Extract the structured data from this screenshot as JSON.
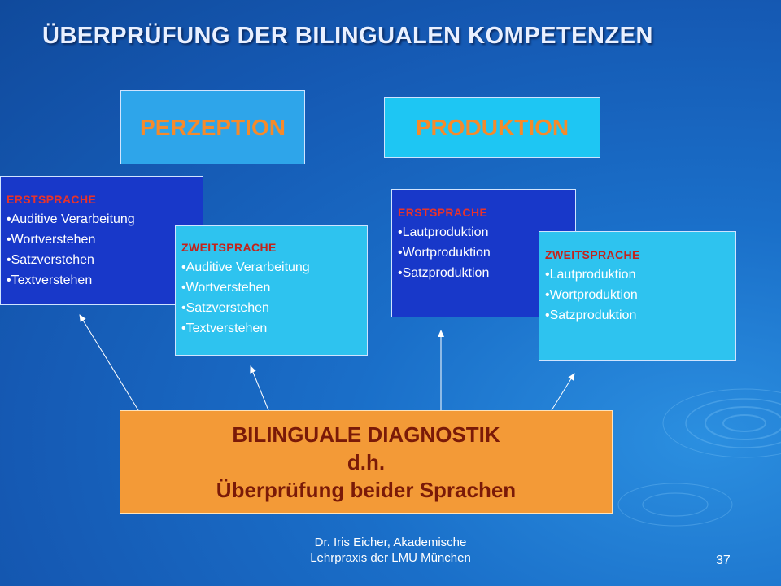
{
  "slide": {
    "title": "ÜBERPRÜFUNG DER BILINGUALEN KOMPETENZEN",
    "perzeption": {
      "heading": "PERZEPTION",
      "erstsprache": {
        "label": "ERSTSPRACHE",
        "items": [
          "•Auditive Verarbeitung",
          "•Wortverstehen",
          "•Satzverstehen",
          "•Textverstehen"
        ]
      },
      "zweitsprache": {
        "label": "ZWEITSPRACHE",
        "items": [
          "•Auditive Verarbeitung",
          "•Wortverstehen",
          "•Satzverstehen",
          "•Textverstehen"
        ]
      }
    },
    "produktion": {
      "heading": "PRODUKTION",
      "erstsprache": {
        "label": "ERSTSPRACHE",
        "items": [
          "•Lautproduktion",
          "•Wortproduktion",
          "•Satzproduktion"
        ]
      },
      "zweitsprache": {
        "label": "ZWEITSPRACHE",
        "items": [
          "•Lautproduktion",
          "•Wortproduktion",
          "•Satzproduktion"
        ]
      }
    },
    "diagnostik": {
      "line1": "BILINGUALE DIAGNOSTIK",
      "line2": "d.h.",
      "line3": "Überprüfung beider Sprachen"
    },
    "footer": {
      "line1": "Dr. Iris Eicher, Akademische",
      "line2": "Lehrpraxis der LMU München"
    },
    "page_number": "37"
  },
  "colors": {
    "background": "#1a6fc9",
    "heading_text": "#f58a2b",
    "erst_box": "#1838c9",
    "zweit_box": "#2ec3ef",
    "label_text": "#e8332b",
    "diagnostik_box": "#f39a37",
    "diagnostik_text": "#7a1a08"
  }
}
